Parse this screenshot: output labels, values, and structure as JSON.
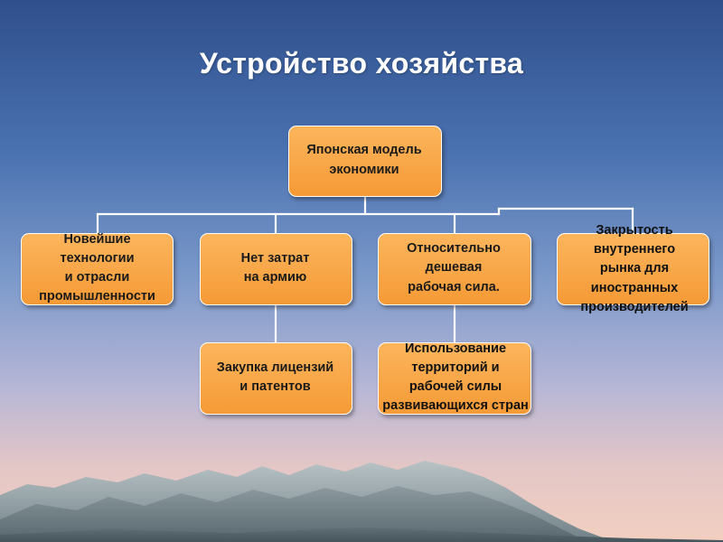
{
  "title": "Устройство хозяйства",
  "root": {
    "label": "Японская модель\nэкономики"
  },
  "branches": [
    {
      "label": "Новейшие\nтехнологии\nи отрасли\nпромышленности"
    },
    {
      "label": "Нет затрат\nна армию"
    },
    {
      "label": "Относительно\nдешевая\nрабочая сила."
    },
    {
      "label": "Закрытость\nвнутреннего\nрынка для\nиностранных\nпроизводителей"
    }
  ],
  "sub_branches": [
    {
      "parent": 1,
      "label": "Закупка лицензий\nи патентов"
    },
    {
      "parent": 2,
      "label": "Использование\nтерриторий и\nрабочей силы\nразвивающихся стран"
    }
  ],
  "colors": {
    "box_fill": "#f7a240",
    "box_border": "#ffffff",
    "connector": "#ffffff",
    "title": "#ffffff"
  }
}
